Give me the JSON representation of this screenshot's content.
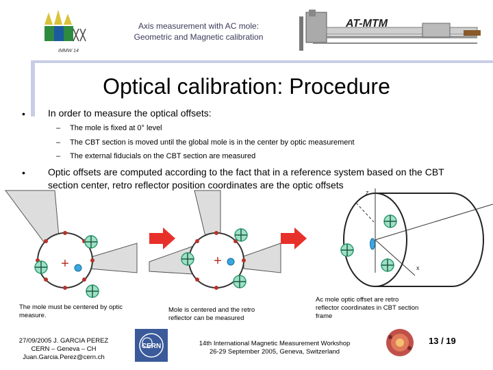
{
  "header": {
    "subtitle_line1": "Axis measurement with AC mole:",
    "subtitle_line2": "Geometric and Magnetic calibration",
    "banner_label": "AT-MTM",
    "logo_text": "IMMW 14"
  },
  "title": "Optical calibration: Procedure",
  "bullets": [
    {
      "text": "In order to measure the optical offsets:",
      "subitems": [
        "The mole is fixed at 0° level",
        "The CBT section is moved until the global mole is in the center by optic measurement",
        "The external fiducials on the CBT section are measured"
      ]
    },
    {
      "text_line1": "Optic offsets are computed according to the fact that in a reference system based on the CBT",
      "text_line2": "section center, retro reflector position coordinates are the optic offsets"
    }
  ],
  "bullet_marker": "•",
  "dash_marker": "–",
  "diagram": {
    "cross_symbol": "+",
    "axis_z": "z",
    "axis_x": "x"
  },
  "captions": {
    "left_line1": "The mole must be centered by optic",
    "left_line2": "measure.",
    "middle_line1": "Mole is centered and the retro",
    "middle_line2": "reflector can be measured",
    "right_line1": "Ac mole optic offset are retro",
    "right_line2": "reflector coordinates in CBT section",
    "right_line3": "frame"
  },
  "footer": {
    "author_line1": "27/09/2005 J. GARCIA PEREZ",
    "author_line2": "CERN – Geneva – CH",
    "author_line3": "Juan.Garcia.Perez@cern.ch",
    "workshop_line1": "14th International Magnetic Measurement Workshop",
    "workshop_line2": "26-29 September 2005, Geneva, Switzerland",
    "cern_logo_text": "CERN",
    "page": "13 / 19"
  },
  "colors": {
    "frame": "#c8cde6",
    "arrow": "#e8302a",
    "fiducial": "#2a9a6e",
    "fiducial_fill": "#9fe0c8",
    "dot_red": "#b8322a",
    "reflector": "#38a8e0"
  }
}
